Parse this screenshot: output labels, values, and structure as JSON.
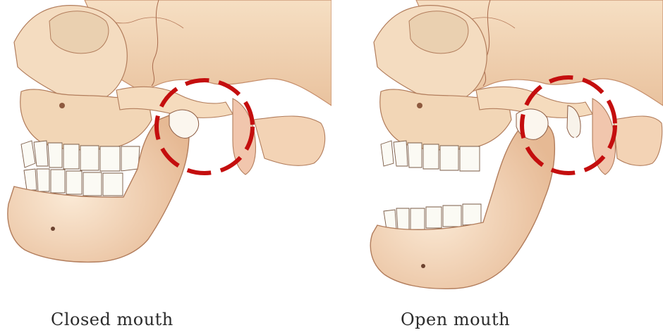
{
  "captions": {
    "closed": "Closed mouth",
    "open": "Open mouth"
  },
  "colors": {
    "bone": "#f3d7b6",
    "bone_shadow": "#e2b58f",
    "bone_dark": "#c98f6c",
    "muscle_pink": "#f0b9a6",
    "tooth": "#fbfaf4",
    "outline": "#6f4a34",
    "circle": "#c40e0e"
  },
  "illustrations": [
    {
      "name": "closed-mouth-jaw",
      "state": "closed"
    },
    {
      "name": "open-mouth-jaw",
      "state": "open"
    }
  ]
}
